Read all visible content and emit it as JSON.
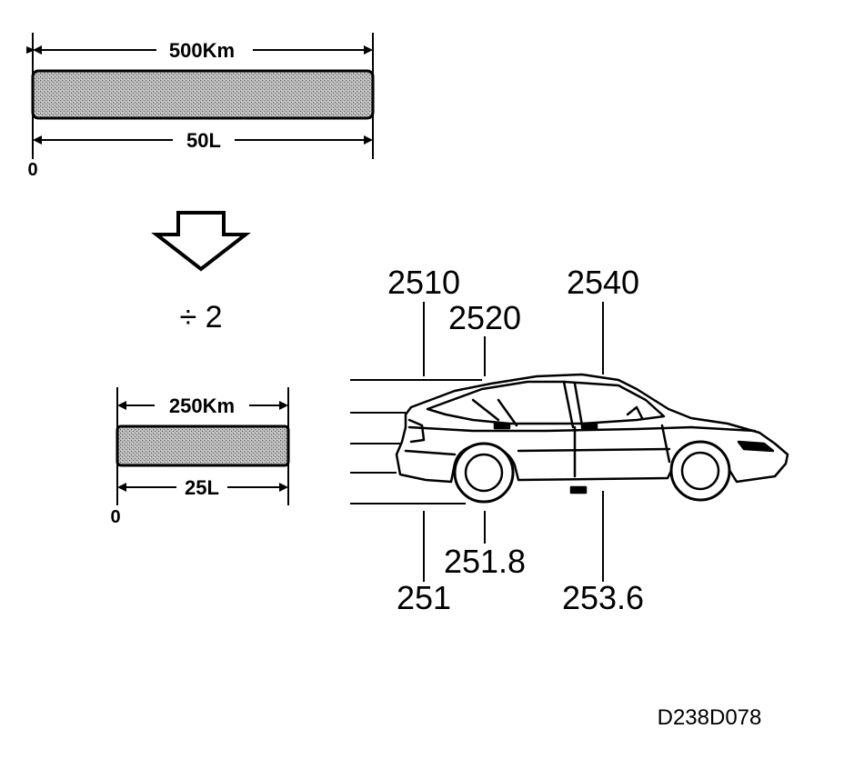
{
  "top_gauge": {
    "distance": "500Km",
    "volume": "50L",
    "zero": "0"
  },
  "operation": "÷ 2",
  "bottom_gauge": {
    "distance": "250Km",
    "volume": "25L",
    "zero": "0"
  },
  "car_labels": {
    "top_left": "2510",
    "top_mid": "2520",
    "top_right": "2540",
    "bottom_left": "251",
    "bottom_mid": "251.8",
    "bottom_right": "253.6"
  },
  "figure_code": "D238D078"
}
